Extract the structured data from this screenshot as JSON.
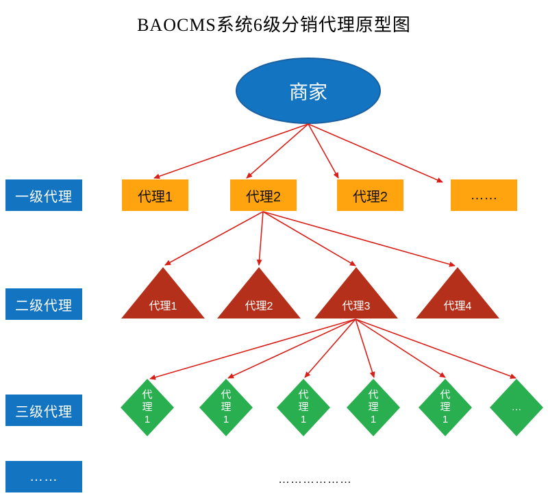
{
  "title": "BAOCMS系统6级分销代理原型图",
  "root": {
    "label": "商家"
  },
  "side_labels": [
    "一级代理",
    "二级代理",
    "三级代理",
    "……"
  ],
  "level1": [
    "代理1",
    "代理2",
    "代理2",
    "……"
  ],
  "level2": [
    "代理1",
    "代理2",
    "代理3",
    "代理4"
  ],
  "level3": [
    "代理1",
    "代理1",
    "代理1",
    "代理1",
    "代理1",
    "…"
  ],
  "footer_dots": "………………",
  "colors": {
    "node_blue": "#1374C1",
    "node_blue_border": "#1A5FA0",
    "node_orange": "#FFA30F",
    "node_dark_red": "#B5301A",
    "node_green": "#29AF4F",
    "arrow_red": "#D81E16",
    "title_text": "#000000"
  }
}
